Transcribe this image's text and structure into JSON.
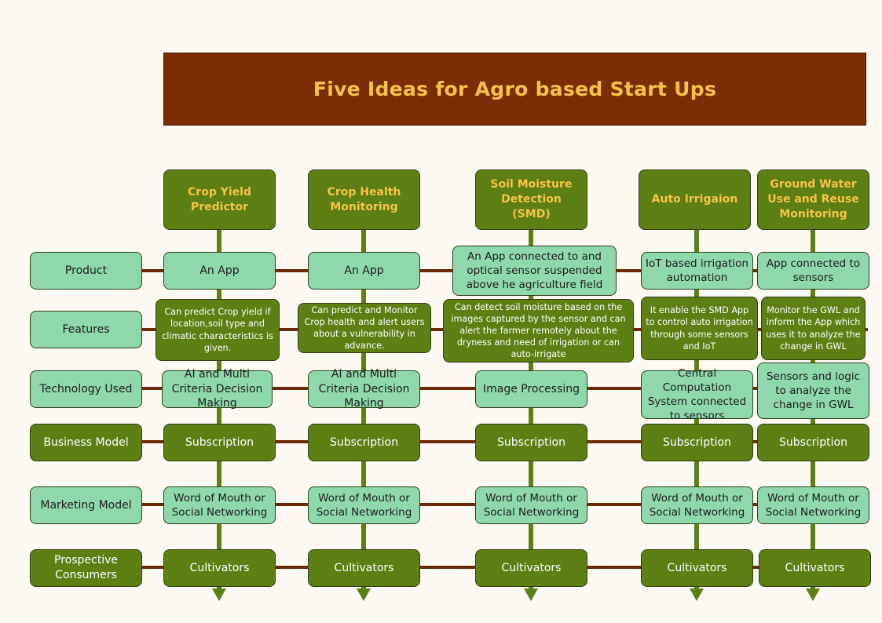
{
  "title": "Five Ideas for Agro based Start Ups",
  "row_labels": {
    "product": "Product",
    "features": "Features",
    "technology": "Technology Used",
    "business": "Business Model",
    "marketing": "Marketing Model",
    "consumers": "Prospective Consumers"
  },
  "ideas": [
    {
      "name": "Crop Yield Predictor",
      "product": "An App",
      "features": "Can predict Crop yield if location,soil type and climatic characteristics is given.",
      "technology": "AI and Multi Criteria Decision Making",
      "business": "Subscription",
      "marketing": "Word of Mouth or Social Networking",
      "consumers": "Cultivators"
    },
    {
      "name": "Crop Health Monitoring",
      "product": "An App",
      "features": "Can predict and Monitor Crop health and alert users about a vulnerability in advance.",
      "technology": "AI and Multi Criteria Decision Making",
      "business": "Subscription",
      "marketing": "Word of Mouth or Social Networking",
      "consumers": "Cultivators"
    },
    {
      "name": "Soil Moisture Detection (SMD)",
      "product": "An App connected to and optical sensor suspended above he agriculture field",
      "features": "Can detect soil moisture based on the images captured by the sensor and can alert the farmer remotely about the dryness and need of irrigation or can auto-irrigate",
      "technology": "Image Processing",
      "business": "Subscription",
      "marketing": "Word of Mouth or Social Networking",
      "consumers": "Cultivators"
    },
    {
      "name": "Auto Irrigaion",
      "product": "IoT based irrigation automation",
      "features": "It enable the SMD App to control auto irrigation through some sensors and IoT",
      "technology": "Central Computation System connected to sensors",
      "business": "Subscription",
      "marketing": "Word of Mouth or Social Networking",
      "consumers": "Cultivators"
    },
    {
      "name": "Ground Water Use and Reuse Monitoring",
      "product": "App connected to sensors",
      "features": "Monitor the GWL and inform the App which uses it to analyze the change in GWL",
      "technology": "Sensors and logic to analyze the change in GWL",
      "business": "Subscription",
      "marketing": "Word of Mouth or Social Networking",
      "consumers": "Cultivators"
    }
  ],
  "colors": {
    "dark_box": "#5d7f14",
    "light_box": "#8fd8ac",
    "header_text": "#f6c34a",
    "title_bg": "#7b2e05",
    "row_line": "#6b2a08",
    "column_line": "#5d7f14"
  }
}
